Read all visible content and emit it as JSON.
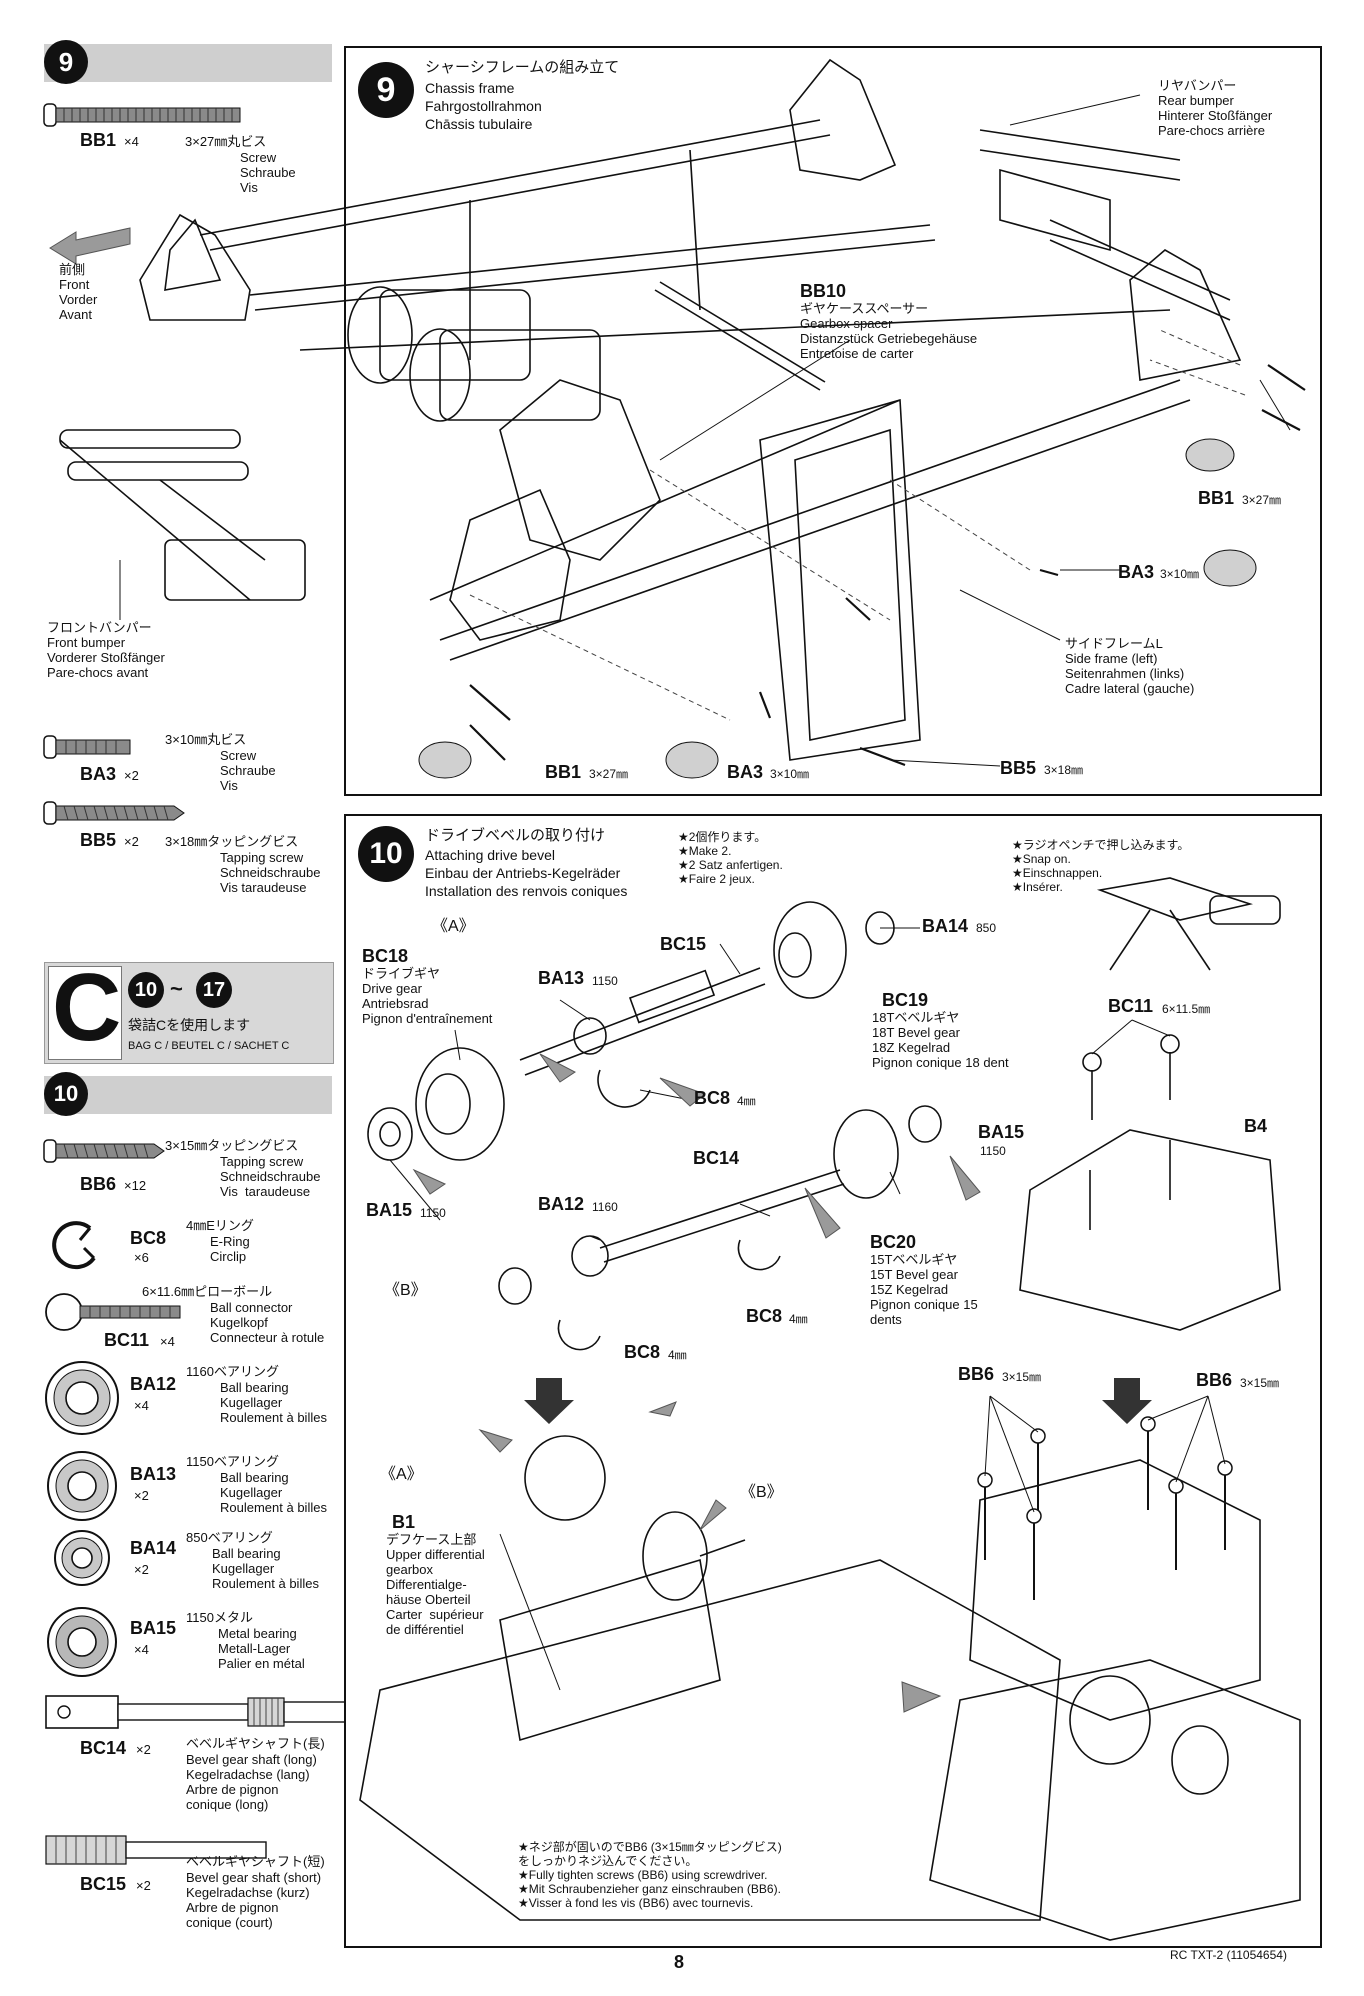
{
  "step9": {
    "number": "9",
    "parts": [
      {
        "code": "BB1",
        "qty": "×4",
        "size": "3×27㎜丸ビス",
        "desc": "Screw\nSchraube\nVis"
      },
      {
        "code": "BA3",
        "qty": "×2",
        "size": "3×10㎜丸ビス",
        "desc": "Screw\nSchraube\nVis"
      },
      {
        "code": "BB5",
        "qty": "×2",
        "size": "3×18㎜タッピングビス",
        "desc": "Tapping screw\nSchneidschraube\nVis taraudeuse"
      }
    ],
    "title_jp": "シャーシフレームの組み立て",
    "title_en": "Chassis frame",
    "title_de": "Fahrgostollrahmon",
    "title_fr": "Chāssis tubulaire",
    "front_label": "前側\nFront\nVorder\nAvant",
    "labels": {
      "rear_bumper": "リヤバンパー\nRear bumper\nHinterer Stoßfänger\nPare-chocs arrière",
      "bb10_code": "BB10",
      "bb10_desc": "ギヤケーススペーサー\nGearbox spacer\nDistanzstück Getriebegehäuse\nEntretoise de carter",
      "front_bumper": "フロントバンパー\nFront bumper\nVorderer Stoßfänger\nPare-chocs avant",
      "side_frame": "サイドフレームL\nSide frame (left)\nSeitenrahmen (links)\nCadre lateral (gauche)",
      "bb1_right": "BB1",
      "bb1_right_size": "3×27㎜",
      "ba3_right": "BA3",
      "ba3_right_size": "3×10㎜",
      "bb1_bottom": "BB1",
      "bb1_bottom_size": "3×27㎜",
      "ba3_bottom": "BA3",
      "ba3_bottom_size": "3×10㎜",
      "bb5_bottom": "BB5",
      "bb5_bottom_size": "3×18㎜"
    }
  },
  "bag": {
    "letter": "C",
    "from": "10",
    "sep": "~",
    "to": "17",
    "text_jp": "袋詰Cを使用します",
    "text_en": "BAG C / BEUTEL C / SACHET C"
  },
  "step10": {
    "number": "10",
    "parts": [
      {
        "code": "BB6",
        "qty": "×12",
        "size": "3×15㎜タッピングビス",
        "desc": "Tapping screw\nSchneidschraube\nVis  taraudeuse"
      },
      {
        "code": "BC8",
        "qty": "×6",
        "size": "4㎜Eリング",
        "desc": "E-Ring\nCirclip"
      },
      {
        "code": "BC11",
        "qty": "×4",
        "size": "6×11.6㎜ピローボール",
        "desc": "Ball connector\nKugelkopf\nConnecteur à rotule"
      },
      {
        "code": "BA12",
        "qty": "×4",
        "size": "1160ベアリング",
        "desc": "Ball bearing\nKugellager\nRoulement à billes"
      },
      {
        "code": "BA13",
        "qty": "×2",
        "size": "1150ベアリング",
        "desc": "Ball bearing\nKugellager\nRoulement à billes"
      },
      {
        "code": "BA14",
        "qty": "×2",
        "size": "850ベアリング",
        "desc": "Ball bearing\nKugellager\nRoulement à billes"
      },
      {
        "code": "BA15",
        "qty": "×4",
        "size": "1150メタル",
        "desc": "Metal bearing\nMetall-Lager\nPalier en métal"
      },
      {
        "code": "BC14",
        "qty": "×2",
        "size": "ベベルギヤシャフト(長)",
        "desc": "Bevel gear shaft (long)\nKegelradachse (lang)\nArbre de pignon\nconique (long)"
      },
      {
        "code": "BC15",
        "qty": "×2",
        "size": "ベベルギヤシャフト(短)",
        "desc": "Bevel gear shaft (short)\nKegelradachse (kurz)\nArbre de pignon\nconique (court)"
      }
    ],
    "title_jp": "ドライブベベルの取り付け",
    "title_en": "Attaching drive bevel",
    "title_de": "Einbau der Antriebs-Kegelräder",
    "title_fr": "Installation des renvois coniques",
    "make2": "★2個作ります。\n★Make 2.\n★2 Satz anfertigen.\n★Faire 2 jeux.",
    "snap": "★ラジオペンチで押し込みます。\n★Snap on.\n★Einschnappen.\n★Insérer.",
    "group_a": "《A》",
    "group_b": "《B》",
    "group_a2": "《A》",
    "group_b2": "《B》",
    "labels": {
      "bc18_code": "BC18",
      "bc18_desc": "ドライブギヤ\nDrive gear\nAntriebsrad\nPignon d'entraînement",
      "bc15": "BC15",
      "ba14": "BA14",
      "ba14_size": "850",
      "ba13": "BA13",
      "ba13_size": "1150",
      "bc19_code": "BC19",
      "bc19_desc": "18Tベベルギヤ\n18T Bevel gear\n18Z Kegelrad\nPignon conique 18 dent",
      "bc8_a": "BC8",
      "bc8_a_size": "4㎜",
      "ba15_left": "BA15",
      "ba15_left_size": "1150",
      "ba15_right": "BA15",
      "ba15_right_size": "1150",
      "bc14": "BC14",
      "ba12": "BA12",
      "ba12_size": "1160",
      "bc20_code": "BC20",
      "bc20_desc": "15Tベベルギヤ\n15T Bevel gear\n15Z Kegelrad\nPignon conique 15\ndents",
      "bc8_b": "BC8",
      "bc8_b_size": "4㎜",
      "bc8_c": "BC8",
      "bc8_c_size": "4㎜",
      "bc11": "BC11",
      "bc11_size": "6×11.5㎜",
      "b4": "B4",
      "bb6_l": "BB6",
      "bb6_l_size": "3×15㎜",
      "bb6_r": "BB6",
      "bb6_r_size": "3×15㎜",
      "b1_code": "B1",
      "b1_desc": "デフケース上部\nUpper differential\ngearbox\nDifferentialge-\nhäuse Oberteil\nCarter  supérieur\nde différentiel",
      "tighten": "★ネジ部が固いのでBB6 (3×15㎜タッピングビス)\nをしっかりネジ込んでください。\n★Fully tighten screws (BB6) using screwdriver.\n★Mit Schraubenzieher ganz einschrauben (BB6).\n★Visser à fond les vis (BB6) avec tournevis."
    }
  },
  "footer": {
    "page_number": "8",
    "model": "RC TXT-2 (11054654)"
  }
}
